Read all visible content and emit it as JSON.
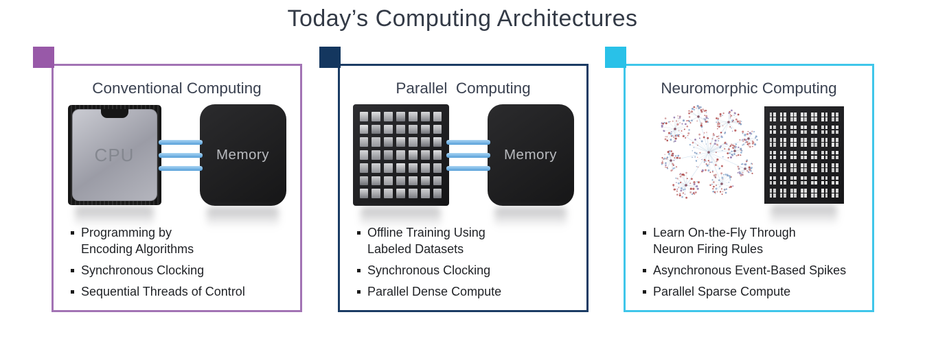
{
  "title": "Today’s Computing Architectures",
  "colors": {
    "bus_blue": "#569fd8",
    "title_text": "#333a46"
  },
  "panels": [
    {
      "id": "conventional",
      "heading": "Conventional Computing",
      "colors": {
        "square": "#9859a8",
        "border": "#a273b4"
      },
      "figure": {
        "chip_label": "CPU",
        "memory_label": "Memory",
        "bus_line_count": 3
      },
      "bullets": [
        "Programming by\nEncoding Algorithms",
        "Synchronous Clocking",
        "Sequential Threads of Control"
      ]
    },
    {
      "id": "parallel",
      "heading": "Parallel  Computing",
      "colors": {
        "square": "#14375f",
        "border": "#1b3c64"
      },
      "figure": {
        "memory_label": "Memory",
        "bus_line_count": 3
      },
      "bullets": [
        "Offline Training Using\nLabeled Datasets",
        "Synchronous Clocking",
        "Parallel Dense Compute"
      ]
    },
    {
      "id": "neuromorphic",
      "heading": "Neuromorphic Computing",
      "colors": {
        "square": "#29c1e8",
        "border": "#3fc6ea"
      },
      "figure": {},
      "bullets": [
        "Learn On-the-Fly Through\nNeuron Firing Rules",
        "Asynchronous Event-Based Spikes",
        "Parallel Sparse Compute"
      ]
    }
  ]
}
